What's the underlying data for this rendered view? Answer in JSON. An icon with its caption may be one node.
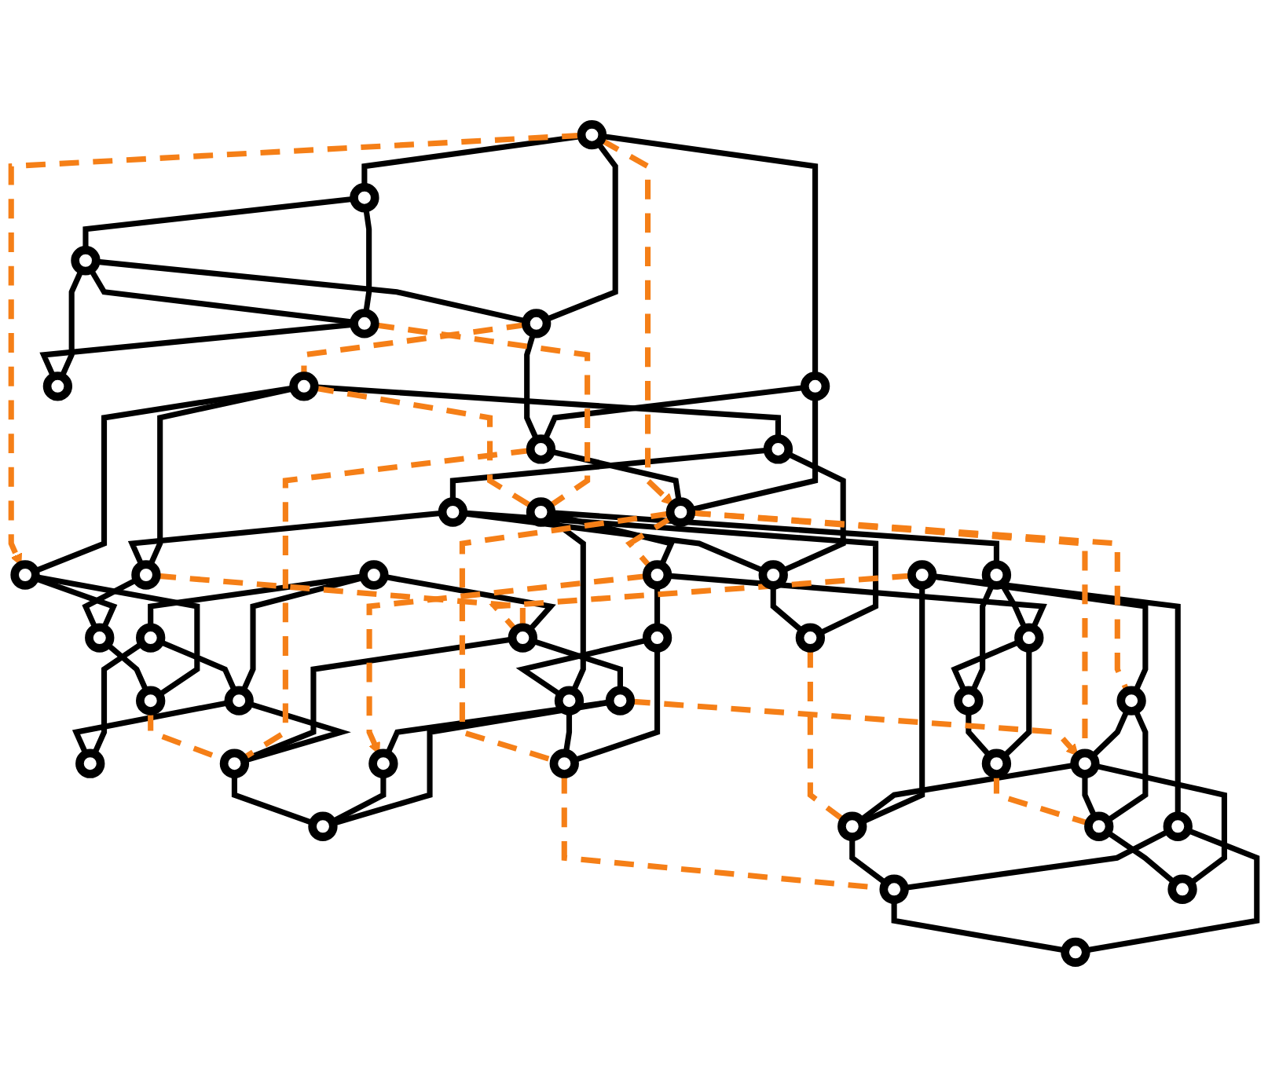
{
  "diagram": {
    "nodes": [
      {
        "text": [],
        "shape": "circle"
      },
      {
        "text": [],
        "shape": "circle"
      },
      {
        "text": [],
        "shape": "circle"
      },
      {
        "text": [],
        "shape": "circle"
      },
      {
        "text": [],
        "shape": "circle"
      },
      {
        "text": [],
        "shape": "circle"
      },
      {
        "text": [],
        "shape": "circle"
      },
      {
        "text": [],
        "shape": "circle"
      },
      {
        "text": [],
        "shape": "circle"
      },
      {
        "text": [],
        "shape": "circle"
      },
      {
        "text": [],
        "shape": "circle"
      },
      {
        "text": [],
        "shape": "circle"
      },
      {
        "text": [],
        "shape": "circle"
      },
      {
        "text": [],
        "shape": "circle"
      },
      {
        "text": [],
        "shape": "circle"
      },
      {
        "text": [],
        "shape": "circle"
      },
      {
        "text": [],
        "shape": "circle"
      },
      {
        "text": [],
        "shape": "circle"
      },
      {
        "text": [],
        "shape": "circle"
      },
      {
        "text": [],
        "shape": "circle"
      },
      {
        "text": [],
        "shape": "circle"
      },
      {
        "text": [],
        "shape": "circle"
      },
      {
        "text": [],
        "shape": "circle"
      },
      {
        "text": [],
        "shape": "circle"
      },
      {
        "text": [],
        "shape": "circle"
      },
      {
        "text": [],
        "shape": "circle"
      },
      {
        "text": [],
        "shape": "circle"
      },
      {
        "text": [],
        "shape": "circle"
      },
      {
        "text": [],
        "shape": "circle"
      },
      {
        "text": [],
        "shape": "circle"
      },
      {
        "text": [],
        "shape": "circle"
      },
      {
        "text": [],
        "shape": "circle"
      },
      {
        "text": [],
        "shape": "circle"
      },
      {
        "text": [],
        "shape": "circle"
      },
      {
        "text": [],
        "shape": "circle"
      },
      {
        "text": [],
        "shape": "circle"
      },
      {
        "text": [],
        "shape": "circle"
      },
      {
        "text": [],
        "shape": "circle"
      },
      {
        "text": [],
        "shape": "circle"
      },
      {
        "text": [],
        "shape": "circle"
      },
      {
        "text": [],
        "shape": "circle"
      },
      {
        "text": [],
        "shape": "circle"
      },
      {
        "text": [],
        "shape": "circle"
      },
      {
        "text": [],
        "shape": "circle"
      },
      {
        "text": [],
        "shape": "circle"
      }
    ],
    "edges": [
      {
        "from": 0,
        "to": 1,
        "arrow": "none"
      },
      {
        "from": 0,
        "to": 2,
        "arrow": "none"
      },
      {
        "from": 0,
        "to": 4,
        "arrow": "none"
      },
      {
        "from": 1,
        "to": 3,
        "arrow": "none"
      },
      {
        "from": 1,
        "to": 5,
        "arrow": "none"
      },
      {
        "from": 3,
        "to": 2,
        "arrow": "none"
      },
      {
        "from": 3,
        "to": 5,
        "arrow": "none"
      },
      {
        "from": 3,
        "to": 7,
        "arrow": "none"
      },
      {
        "from": 5,
        "to": 7,
        "arrow": "none"
      },
      {
        "from": 4,
        "to": 6,
        "arrow": "none"
      },
      {
        "from": 4,
        "to": 8,
        "arrow": "none"
      },
      {
        "from": 2,
        "to": 6,
        "arrow": "none"
      },
      {
        "from": 6,
        "to": 8,
        "arrow": "none"
      },
      {
        "from": 9,
        "to": 10,
        "arrow": "none"
      },
      {
        "from": 9,
        "to": 11,
        "arrow": "none"
      },
      {
        "from": 9,
        "to": 13,
        "arrow": "none"
      },
      {
        "from": 10,
        "to": 12,
        "arrow": "none"
      },
      {
        "from": 10,
        "to": 14,
        "arrow": "none"
      },
      {
        "from": 12,
        "to": 11,
        "arrow": "none"
      },
      {
        "from": 12,
        "to": 14,
        "arrow": "none"
      },
      {
        "from": 12,
        "to": 16,
        "arrow": "none"
      },
      {
        "from": 14,
        "to": 16,
        "arrow": "none"
      },
      {
        "from": 13,
        "to": 15,
        "arrow": "none"
      },
      {
        "from": 13,
        "to": 17,
        "arrow": "none"
      },
      {
        "from": 11,
        "to": 15,
        "arrow": "none"
      },
      {
        "from": 15,
        "to": 17,
        "arrow": "none"
      },
      {
        "from": 18,
        "to": 19,
        "arrow": "none"
      },
      {
        "from": 18,
        "to": 20,
        "arrow": "none"
      },
      {
        "from": 18,
        "to": 21,
        "arrow": "none"
      },
      {
        "from": 19,
        "to": 20,
        "arrow": "none"
      },
      {
        "from": 19,
        "to": 22,
        "arrow": "none"
      },
      {
        "from": 20,
        "to": 22,
        "arrow": "none"
      },
      {
        "from": 20,
        "to": 24,
        "arrow": "none"
      },
      {
        "from": 21,
        "to": 23,
        "arrow": "none"
      },
      {
        "from": 21,
        "to": 24,
        "arrow": "none"
      },
      {
        "from": 23,
        "to": 25,
        "arrow": "none"
      },
      {
        "from": 23,
        "to": 26,
        "arrow": "none"
      },
      {
        "from": 25,
        "to": 26,
        "arrow": "none"
      },
      {
        "from": 24,
        "to": 26,
        "arrow": "none"
      },
      {
        "from": 27,
        "to": 28,
        "arrow": "none"
      },
      {
        "from": 27,
        "to": 30,
        "arrow": "none"
      },
      {
        "from": 27,
        "to": 31,
        "arrow": "none"
      },
      {
        "from": 28,
        "to": 32,
        "arrow": "none"
      },
      {
        "from": 28,
        "to": 29,
        "arrow": "none"
      },
      {
        "from": 29,
        "to": 30,
        "arrow": "none"
      },
      {
        "from": 29,
        "to": 33,
        "arrow": "none"
      },
      {
        "from": 30,
        "to": 33,
        "arrow": "none"
      },
      {
        "from": 31,
        "to": 32,
        "arrow": "none"
      },
      {
        "from": 31,
        "to": 34,
        "arrow": "none"
      },
      {
        "from": 32,
        "to": 34,
        "arrow": "none"
      },
      {
        "from": 32,
        "to": 35,
        "arrow": "none"
      },
      {
        "from": 34,
        "to": 35,
        "arrow": "none"
      },
      {
        "from": 36,
        "to": 37,
        "arrow": "none"
      },
      {
        "from": 36,
        "to": 38,
        "arrow": "none"
      },
      {
        "from": 36,
        "to": 40,
        "arrow": "none"
      },
      {
        "from": 37,
        "to": 39,
        "arrow": "none"
      },
      {
        "from": 37,
        "to": 41,
        "arrow": "none"
      },
      {
        "from": 39,
        "to": 38,
        "arrow": "none"
      },
      {
        "from": 39,
        "to": 41,
        "arrow": "none"
      },
      {
        "from": 39,
        "to": 43,
        "arrow": "none"
      },
      {
        "from": 41,
        "to": 43,
        "arrow": "none"
      },
      {
        "from": 40,
        "to": 42,
        "arrow": "none"
      },
      {
        "from": 40,
        "to": 44,
        "arrow": "none"
      },
      {
        "from": 38,
        "to": 42,
        "arrow": "none"
      },
      {
        "from": 42,
        "to": 44,
        "arrow": "none"
      },
      {
        "from": 0,
        "to": 13,
        "arrow": "to",
        "style": "dashed",
        "color": "#f57f17"
      },
      {
        "from": 2,
        "to": 9,
        "arrow": "none",
        "style": "dashed",
        "color": "#f57f17"
      },
      {
        "from": 0,
        "to": 8,
        "arrow": "to",
        "style": "dashed",
        "color": "#f57f17"
      },
      {
        "from": 5,
        "to": 27,
        "arrow": "none",
        "style": "dashed",
        "color": "#f57f17"
      },
      {
        "from": 8,
        "to": 33,
        "arrow": "none",
        "style": "dashed",
        "color": "#f57f17"
      },
      {
        "from": 8,
        "to": 28,
        "arrow": "none",
        "style": "dashed",
        "color": "#f57f17"
      },
      {
        "from": 8,
        "to": 37,
        "arrow": "none",
        "style": "dashed",
        "color": "#f57f17"
      },
      {
        "from": 8,
        "to": 39,
        "arrow": "none",
        "style": "dashed",
        "color": "#f57f17"
      },
      {
        "from": 6,
        "to": 24,
        "arrow": "none",
        "style": "dashed",
        "color": "#f57f17"
      },
      {
        "from": 9,
        "to": 27,
        "arrow": "none",
        "style": "dashed",
        "color": "#f57f17"
      },
      {
        "from": 17,
        "to": 24,
        "arrow": "none",
        "style": "dashed",
        "color": "#f57f17"
      },
      {
        "from": 11,
        "to": 21,
        "arrow": "none",
        "style": "dashed",
        "color": "#f57f17"
      },
      {
        "from": 16,
        "to": 38,
        "arrow": "none",
        "style": "dashed",
        "color": "#f57f17"
      },
      {
        "from": 23,
        "to": 39,
        "arrow": "to",
        "style": "dashed",
        "color": "#f57f17"
      },
      {
        "from": 28,
        "to": 25,
        "arrow": "to",
        "style": "dashed",
        "color": "#f57f17"
      },
      {
        "from": 33,
        "to": 42,
        "arrow": "none",
        "style": "dashed",
        "color": "#f57f17"
      },
      {
        "from": 35,
        "to": 41,
        "arrow": "none",
        "style": "dashed",
        "color": "#f57f17"
      },
      {
        "from": 36,
        "to": 21,
        "arrow": "none",
        "style": "dashed",
        "color": "#f57f17"
      }
    ]
  }
}
